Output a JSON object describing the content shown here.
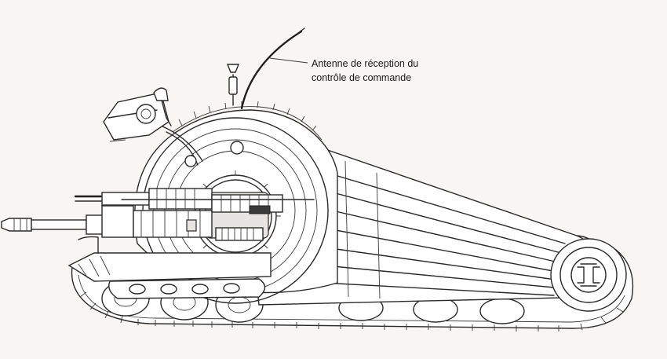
{
  "annotations": [
    {
      "id": "antenna",
      "lines": [
        "Antenne de réception du",
        "contrôle de commande"
      ]
    }
  ],
  "colors": {
    "background": "#f7f6f4",
    "ink": "#2a2a2a",
    "fill": "#ffffff"
  }
}
